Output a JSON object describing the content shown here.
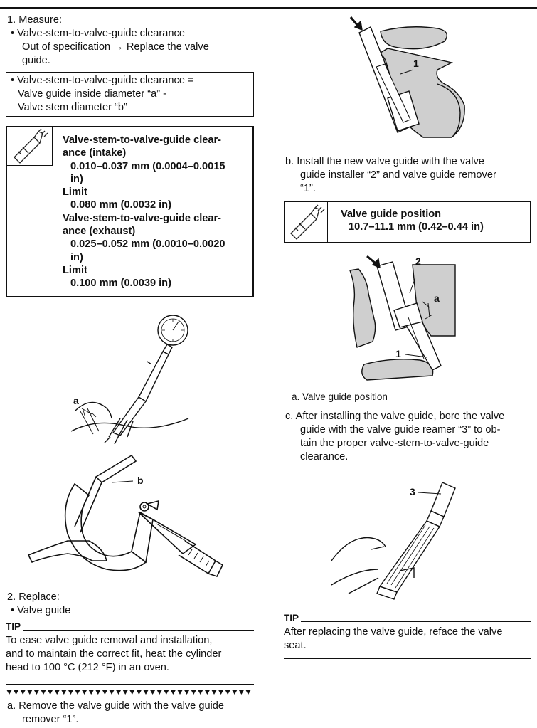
{
  "steps": {
    "step1": {
      "title": "1.  Measure:",
      "bullet": "• Valve-stem-to-valve-guide clearance",
      "note_l1": "Out of specification → Replace the valve",
      "note_l2": "guide."
    },
    "formula": {
      "line1": "• Valve-stem-to-valve-guide clearance =",
      "line2": "Valve guide inside diameter “a” -",
      "line3": "Valve stem diameter “b”"
    },
    "spec1": {
      "intake_label_l1": "Valve-stem-to-valve-guide clear-",
      "intake_label_l2": "ance (intake)",
      "intake_value_l1": "0.010–0.037 mm (0.0004–0.0015",
      "intake_value_l2": "in)",
      "limit_label": "Limit",
      "intake_limit": "0.080 mm (0.0032 in)",
      "exhaust_label_l1": "Valve-stem-to-valve-guide clear-",
      "exhaust_label_l2": "ance (exhaust)",
      "exhaust_value_l1": "0.025–0.052 mm (0.0010–0.0020",
      "exhaust_value_l2": "in)",
      "limit_label_2": "Limit",
      "exhaust_limit": "0.100 mm (0.0039 in)"
    },
    "step2": {
      "title": "2.  Replace:",
      "bullet": "• Valve guide"
    },
    "tip1": {
      "label": "TIP",
      "line1": "To ease valve guide removal and installation,",
      "line2": "and to maintain the correct fit, heat the cylinder",
      "line3": "head to 100 °C (212 °F) in an oven."
    },
    "substep_a": {
      "line1": "a.  Remove the valve guide with the valve guide",
      "line2": "remover “1”."
    },
    "substep_b": {
      "line1": "b.  Install the new valve guide with the valve",
      "line2": "guide installer “2” and valve guide remover",
      "line3": "“1”."
    },
    "spec2": {
      "label": "Valve guide position",
      "value": "10.7–11.1 mm (0.42–0.44 in)"
    },
    "caption_a": "a.  Valve guide position",
    "substep_c": {
      "line1": "c.  After installing the valve guide, bore the valve",
      "line2": "guide with the valve guide reamer “3” to ob-",
      "line3": "tain the proper valve-stem-to-valve-guide",
      "line4": "clearance."
    },
    "tip2": {
      "label": "TIP",
      "line1": "After replacing the valve guide, reface the valve",
      "line2": "seat."
    }
  },
  "callouts": {
    "a_gauge": "a",
    "b_micrometer": "b",
    "one_remove": "1",
    "two_install": "2",
    "a_install": "a",
    "one_install": "1",
    "three_reamer": "3"
  },
  "icons": [
    "caliper-icon",
    "caliper-icon"
  ]
}
